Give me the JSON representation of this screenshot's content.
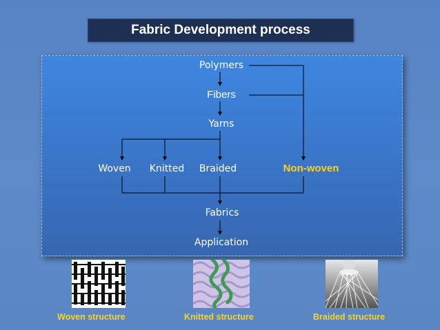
{
  "title": "Fabric Development process",
  "flow": {
    "polymers": "Polymers",
    "fibers": "Fibers",
    "yarns": "Yarns",
    "woven": "Woven",
    "knitted": "Knitted",
    "braided": "Braided",
    "nonwoven": "Non-woven",
    "fabrics": "Fabrics",
    "application": "Application"
  },
  "images": {
    "woven": "Woven  structure",
    "knitted": "Knitted structure",
    "braided": "Braided structure"
  },
  "colors": {
    "background": "#5a84c2",
    "title_bg": "#1d2f52",
    "flow_box": "#3a78cc",
    "highlight_text": "#ffd21a"
  }
}
